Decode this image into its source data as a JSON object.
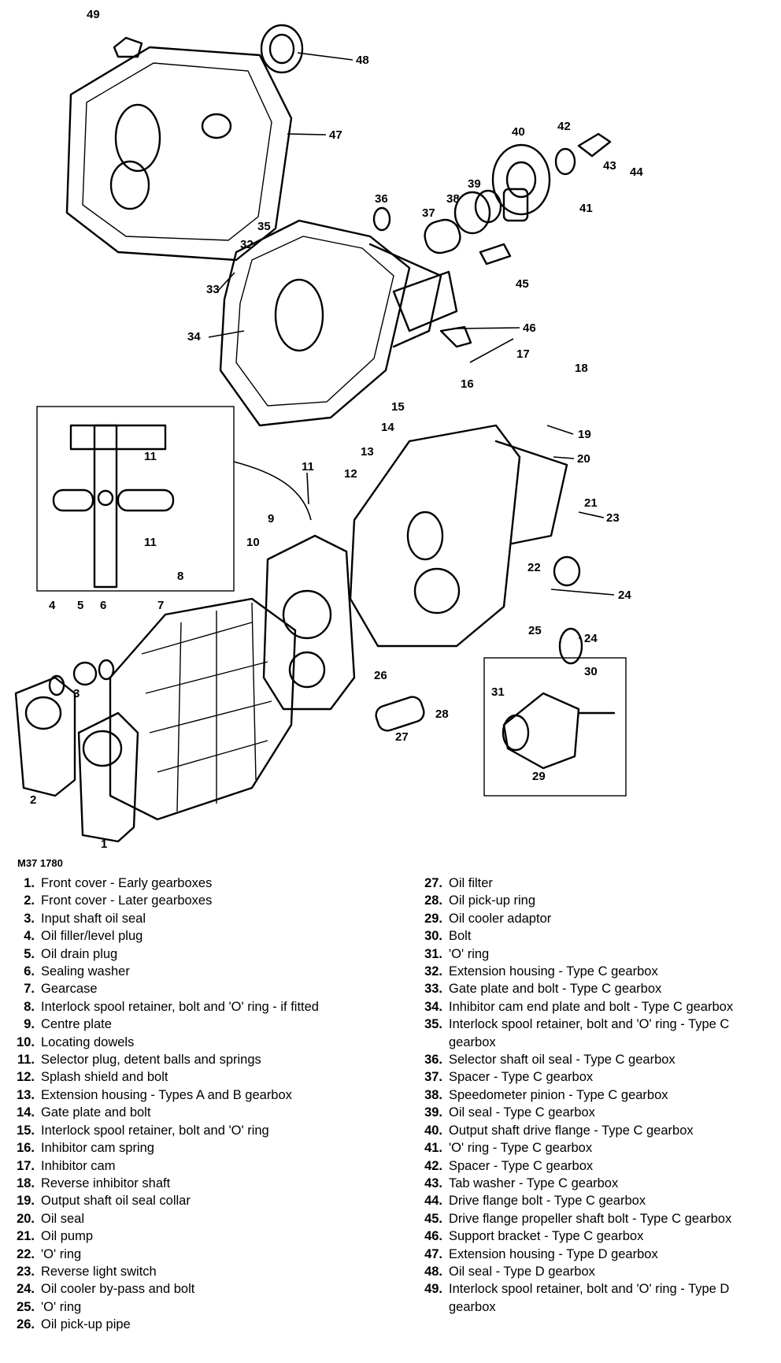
{
  "figure_code": "M37 1780",
  "callouts": [
    "1",
    "2",
    "3",
    "4",
    "5",
    "6",
    "7",
    "8",
    "9",
    "10",
    "11",
    "11",
    "11",
    "12",
    "13",
    "14",
    "15",
    "16",
    "17",
    "18",
    "19",
    "20",
    "21",
    "22",
    "23",
    "24",
    "24",
    "25",
    "26",
    "27",
    "28",
    "29",
    "30",
    "31",
    "32",
    "33",
    "34",
    "35",
    "36",
    "37",
    "38",
    "39",
    "40",
    "41",
    "42",
    "43",
    "44",
    "45",
    "46",
    "47",
    "48",
    "49"
  ],
  "legend": {
    "left": [
      {
        "num": "1.",
        "text": "Front cover - Early gearboxes"
      },
      {
        "num": "2.",
        "text": "Front cover - Later gearboxes"
      },
      {
        "num": "3.",
        "text": "Input shaft oil seal"
      },
      {
        "num": "4.",
        "text": "Oil filler/level plug"
      },
      {
        "num": "5.",
        "text": "Oil drain plug"
      },
      {
        "num": "6.",
        "text": "Sealing washer"
      },
      {
        "num": "7.",
        "text": "Gearcase"
      },
      {
        "num": "8.",
        "text": "Interlock spool retainer, bolt and 'O' ring - if fitted"
      },
      {
        "num": "9.",
        "text": "Centre plate"
      },
      {
        "num": "10.",
        "text": "Locating dowels"
      },
      {
        "num": "11.",
        "text": "Selector plug, detent balls and springs"
      },
      {
        "num": "12.",
        "text": "Splash shield and bolt"
      },
      {
        "num": "13.",
        "text": "Extension housing - Types A and B gearbox"
      },
      {
        "num": "14.",
        "text": "Gate plate and bolt"
      },
      {
        "num": "15.",
        "text": "Interlock spool retainer, bolt and 'O' ring"
      },
      {
        "num": "16.",
        "text": "Inhibitor cam spring"
      },
      {
        "num": "17.",
        "text": "Inhibitor cam"
      },
      {
        "num": "18.",
        "text": "Reverse inhibitor shaft"
      },
      {
        "num": "19.",
        "text": "Output shaft oil seal collar"
      },
      {
        "num": "20.",
        "text": "Oil seal"
      },
      {
        "num": "21.",
        "text": "Oil pump"
      },
      {
        "num": "22.",
        "text": "'O' ring"
      },
      {
        "num": "23.",
        "text": "Reverse light switch"
      },
      {
        "num": "24.",
        "text": "Oil cooler by-pass and bolt"
      },
      {
        "num": "25.",
        "text": "'O' ring"
      },
      {
        "num": "26.",
        "text": "Oil pick-up pipe"
      }
    ],
    "right": [
      {
        "num": "27.",
        "text": "Oil filter"
      },
      {
        "num": "28.",
        "text": "Oil pick-up ring"
      },
      {
        "num": "29.",
        "text": "Oil cooler adaptor"
      },
      {
        "num": "30.",
        "text": "Bolt"
      },
      {
        "num": "31.",
        "text": "'O' ring"
      },
      {
        "num": "32.",
        "text": "Extension housing - Type C gearbox"
      },
      {
        "num": "33.",
        "text": "Gate plate and bolt - Type C gearbox"
      },
      {
        "num": "34.",
        "text": "Inhibitor cam end plate and bolt - Type C gearbox"
      },
      {
        "num": "35.",
        "text": "Interlock spool retainer, bolt and 'O' ring - Type C gearbox"
      },
      {
        "num": "36.",
        "text": "Selector shaft oil seal - Type C gearbox"
      },
      {
        "num": "37.",
        "text": "Spacer - Type C gearbox"
      },
      {
        "num": "38.",
        "text": "Speedometer pinion - Type C gearbox"
      },
      {
        "num": "39.",
        "text": "Oil seal - Type C gearbox"
      },
      {
        "num": "40.",
        "text": "Output shaft drive flange - Type C gearbox"
      },
      {
        "num": "41.",
        "text": "'O' ring - Type C gearbox"
      },
      {
        "num": "42.",
        "text": "Spacer - Type C gearbox"
      },
      {
        "num": "43.",
        "text": "Tab washer - Type C gearbox"
      },
      {
        "num": "44.",
        "text": "Drive flange bolt - Type C gearbox"
      },
      {
        "num": "45.",
        "text": "Drive flange propeller shaft bolt - Type C gearbox"
      },
      {
        "num": "46.",
        "text": "Support bracket - Type C gearbox"
      },
      {
        "num": "47.",
        "text": "Extension housing - Type D gearbox"
      },
      {
        "num": "48.",
        "text": "Oil seal - Type D gearbox"
      },
      {
        "num": "49.",
        "text": "Interlock spool retainer, bolt and 'O' ring - Type D gearbox"
      }
    ]
  }
}
